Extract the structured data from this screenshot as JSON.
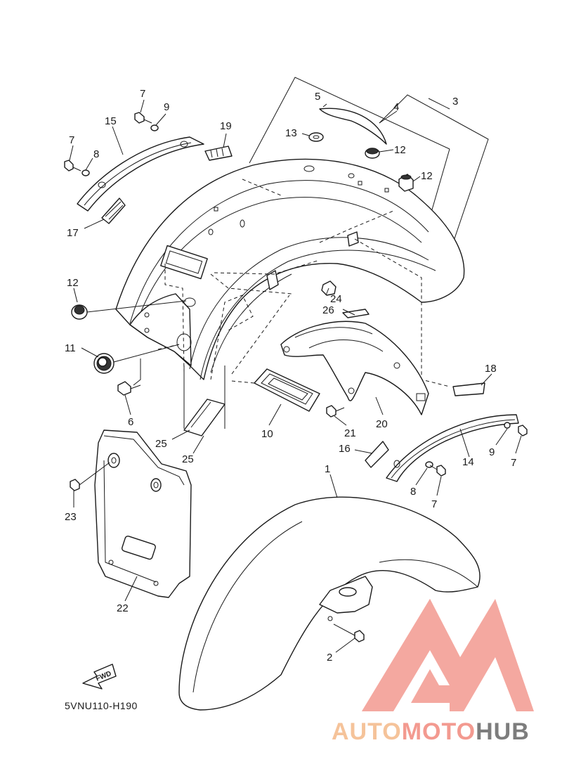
{
  "diagram": {
    "code": "5VNU110-H190",
    "fwd_label": "FWD",
    "callouts": [
      {
        "id": "c3",
        "text": "3"
      },
      {
        "id": "c4",
        "text": "4"
      },
      {
        "id": "c5",
        "text": "5"
      },
      {
        "id": "c7a",
        "text": "7"
      },
      {
        "id": "c9a",
        "text": "9"
      },
      {
        "id": "c15",
        "text": "15"
      },
      {
        "id": "c19",
        "text": "19"
      },
      {
        "id": "c13",
        "text": "13"
      },
      {
        "id": "c12a",
        "text": "12"
      },
      {
        "id": "c12b",
        "text": "12"
      },
      {
        "id": "c7b",
        "text": "7"
      },
      {
        "id": "c8a",
        "text": "8"
      },
      {
        "id": "c17",
        "text": "17"
      },
      {
        "id": "c12c",
        "text": "12"
      },
      {
        "id": "c24",
        "text": "24"
      },
      {
        "id": "c26",
        "text": "26"
      },
      {
        "id": "c11",
        "text": "11"
      },
      {
        "id": "c6",
        "text": "6"
      },
      {
        "id": "c18",
        "text": "18"
      },
      {
        "id": "c10",
        "text": "10"
      },
      {
        "id": "c21",
        "text": "21"
      },
      {
        "id": "c20",
        "text": "20"
      },
      {
        "id": "c25a",
        "text": "25"
      },
      {
        "id": "c25b",
        "text": "25"
      },
      {
        "id": "c16",
        "text": "16"
      },
      {
        "id": "c14",
        "text": "14"
      },
      {
        "id": "c9b",
        "text": "9"
      },
      {
        "id": "c7c",
        "text": "7"
      },
      {
        "id": "c1",
        "text": "1"
      },
      {
        "id": "c8b",
        "text": "8"
      },
      {
        "id": "c7d",
        "text": "7"
      },
      {
        "id": "c23",
        "text": "23"
      },
      {
        "id": "c22",
        "text": "22"
      },
      {
        "id": "c2",
        "text": "2"
      }
    ]
  },
  "watermark": {
    "part1": "AUTO",
    "part2": "MOTO",
    "part3": "HUB",
    "colors": {
      "auto": "#f5c39a",
      "moto": "#f39a90",
      "hub": "#7d7d7d",
      "logo_mark": "#f39a90"
    }
  }
}
